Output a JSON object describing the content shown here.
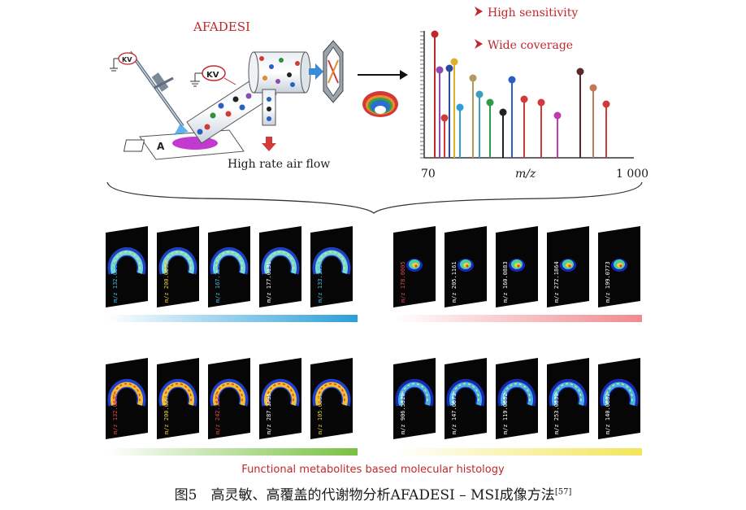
{
  "figure": {
    "afadesi_label": "AFADESI",
    "kv_left": "KV",
    "kv_mid": "KV",
    "slide_letter": "A",
    "air_flow_label": "High rate air flow",
    "features": [
      "High sensitivity",
      "Wide coverage"
    ],
    "spectrum": {
      "x_start": "70",
      "x_unit": "m/z",
      "x_end": "1 000"
    },
    "panels": [
      {
        "group": "top-left",
        "labels": [
          "m/z 132.0006",
          "m/z 200.0098",
          "m/z 167.1252",
          "m/z 177.0131",
          "m/z 133.1490"
        ]
      },
      {
        "group": "top-right",
        "labels": [
          "m/z 178.0005",
          "m/z 205.1161",
          "m/z 160.0883",
          "m/z 272.1864",
          "m/z 199.0773"
        ]
      },
      {
        "group": "bottom-left",
        "labels": [
          "m/z 132.0005",
          "m/z 200.0975",
          "m/z 242.1637",
          "m/z 287.1735",
          "m/z 105.0006"
        ]
      },
      {
        "group": "bottom-right",
        "labels": [
          "m/z 906.5320",
          "m/z 147.0673",
          "m/z 119.0882",
          "m/z 253.0330",
          "m/z 140.0882"
        ]
      }
    ],
    "bottom_title": "Functional metabolites based molecular histology"
  },
  "caption": {
    "text": "图5　高灵敏、高覆盖的代谢物分析AFADESI – MSI成像方法",
    "ref": "[57]"
  },
  "colors": {
    "red_text": "#c0282d",
    "bar_blue": "#2a9fd8",
    "bar_pink": "#ef8a8f",
    "bar_green": "#79c043",
    "bar_yellow": "#f2e55a"
  }
}
